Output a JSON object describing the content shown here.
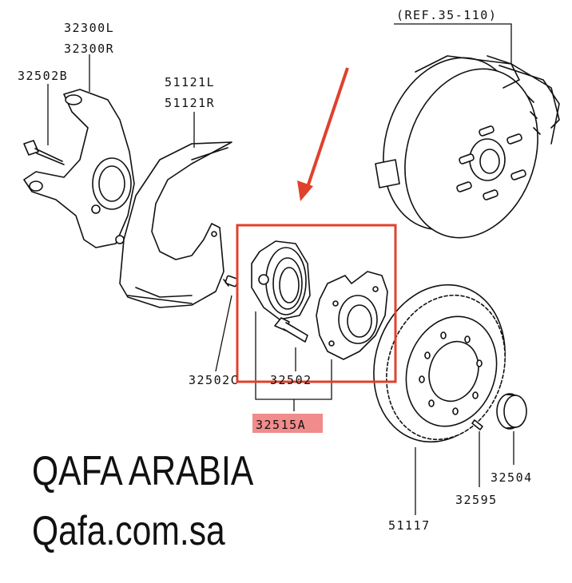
{
  "labels": {
    "ref": "(REF.35-110)",
    "p32300L": "32300L",
    "p32300R": "32300R",
    "p32502B": "32502B",
    "p51121L": "51121L",
    "p51121R": "51121R",
    "p32502C": "32502C",
    "p32502": "32502",
    "p32515A": "32515A",
    "p32504": "32504",
    "p32595": "32595",
    "p51117": "51117"
  },
  "watermark": {
    "name": "QAFA ARABIA",
    "url": "Qafa.com.sa"
  },
  "colors": {
    "highlight_box": "#e0412c",
    "arrow": "#e0412c",
    "label_highlight_bg": "#f08c8c",
    "line": "#111111"
  }
}
